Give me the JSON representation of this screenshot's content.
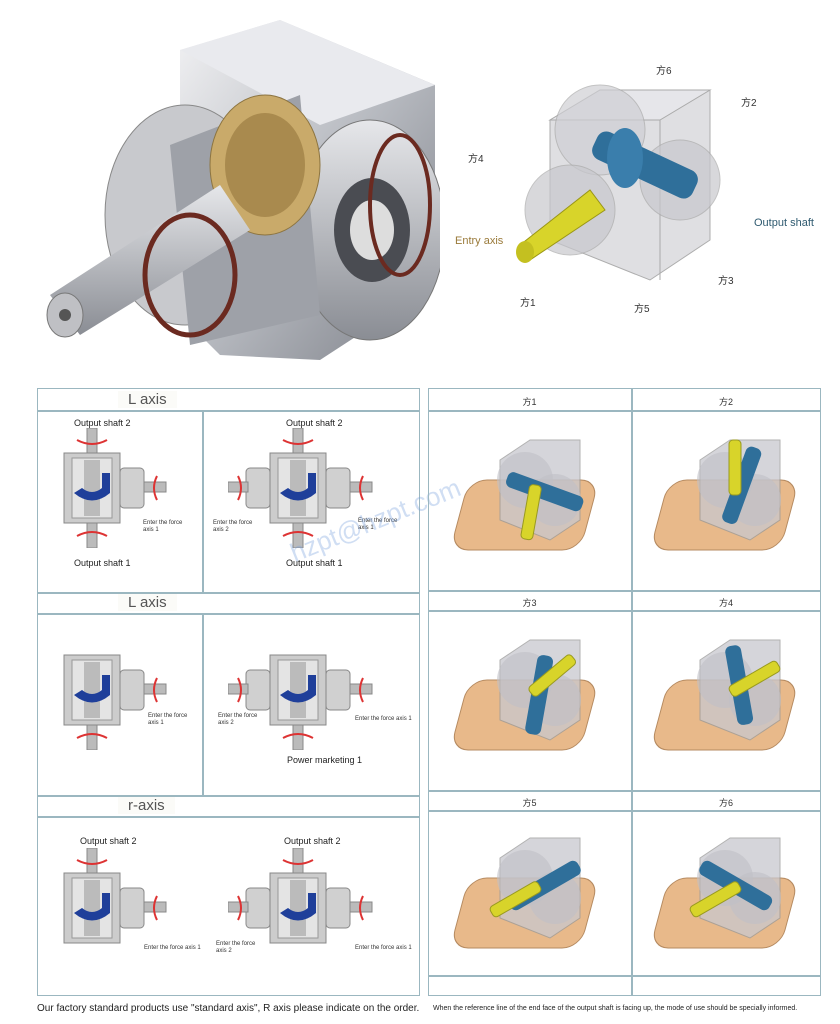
{
  "top_diagram": {
    "labels": {
      "f6": "方6",
      "f2": "方2",
      "f4": "方4",
      "f3": "方3",
      "f1": "方1",
      "f5": "方5"
    },
    "entry_axis": "Entry axis",
    "output_shaft": "Output shaft"
  },
  "left_panel": {
    "sections": [
      {
        "title": "L axis",
        "left": {
          "top": "Output shaft 2",
          "bottom": "Output shaft 1",
          "input": "Enter the force axis 1"
        },
        "right": {
          "top": "Output shaft 2",
          "bottom": "Output shaft 1",
          "input_left": "Enter the force axis 2",
          "input_right": "Enter the force axis 1"
        }
      },
      {
        "title": "L axis",
        "left": {
          "input": "Enter the force axis 1"
        },
        "right": {
          "bottom": "Power marketing 1",
          "input_left": "Enter the force axis 2",
          "input_right": "Enter the force axis 1"
        }
      },
      {
        "title": "r-axis",
        "left": {
          "top": "Output shaft 2",
          "input": "Enter the force axis 1"
        },
        "right": {
          "top": "Output shaft 2",
          "input_left": "Enter the force axis 2",
          "input_right": "Enter the force axis 1"
        }
      }
    ],
    "watermark": "hzpt@hzpt.com"
  },
  "right_panel": {
    "cells": [
      "方1",
      "方2",
      "方3",
      "方4",
      "方5",
      "方6"
    ]
  },
  "footer": {
    "left": "Our factory standard products use \"standard axis\", R axis please indicate on the order.",
    "right": "When the reference line of the end face of the output shaft is facing up, the mode of use should be specially informed."
  },
  "colors": {
    "frame": "#9bb7c0",
    "blue_shaft": "#2f6f9a",
    "yellow_shaft": "#d8d42a",
    "base": "#e8b98a",
    "gear_blue": "#1f3f9a"
  }
}
